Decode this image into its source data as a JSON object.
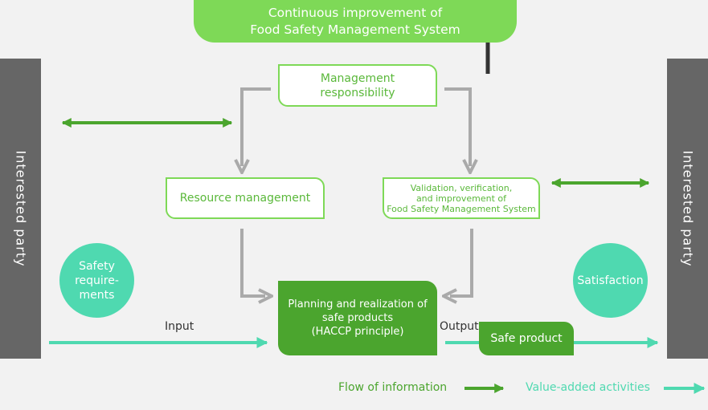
{
  "top_box": {
    "line1": "Continuous improvement of",
    "line2": "Food Safety Management System"
  },
  "side_left": {
    "label": "Interested party"
  },
  "side_right": {
    "label": "Interested party"
  },
  "management": {
    "line1": "Management",
    "line2": "responsibility"
  },
  "resource": {
    "label": "Resource management"
  },
  "validation": {
    "line1": "Validation, verification,",
    "line2": "and improvement of",
    "line3": "Food Safety Management System"
  },
  "planning": {
    "line1": "Planning and realization of",
    "line2": "safe products",
    "line3": "(HACCP principle)"
  },
  "safety_requirements": {
    "line1": "Safety",
    "line2": "require-",
    "line3": "ments"
  },
  "satisfaction": {
    "label": "Satisfaction"
  },
  "safe_product": {
    "label": "Safe product"
  },
  "input_label": "Input",
  "output_label": "Output",
  "legend": {
    "flow_of_information": "Flow of information",
    "value_added_activities": "Value-added activities"
  },
  "colors": {
    "dark_green": "#4ba52e",
    "light_green": "#7ed957",
    "teal": "#4fd9b0",
    "gray_bar": "#666666",
    "gray_arrow": "#aaaaaa",
    "dark_arrow": "#333333"
  }
}
